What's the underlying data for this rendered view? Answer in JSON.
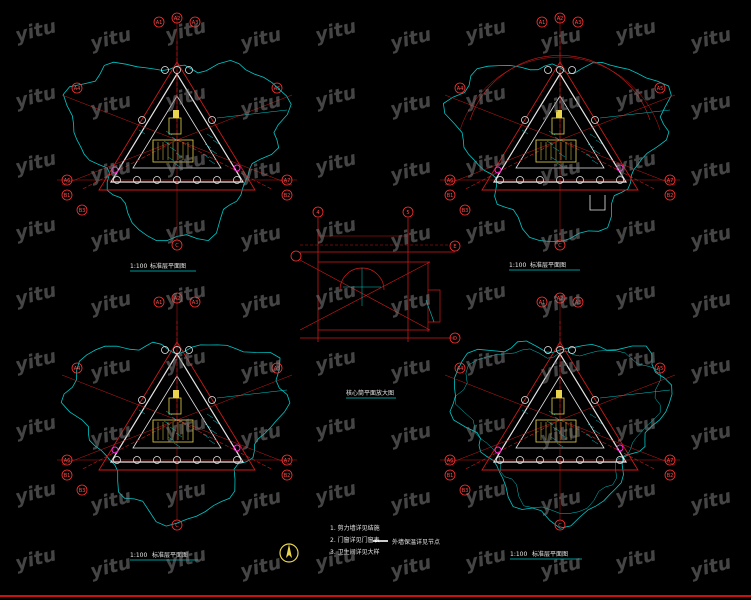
{
  "watermark": "yitu",
  "colors": {
    "background": "#000000",
    "grid": "#cc1a1a",
    "outline": "#00c8c8",
    "wall": "#e6e6e6",
    "stair": "#e8d44d",
    "accent": "#ff2bd6",
    "watermark": "#7f7f7f"
  },
  "plans": [
    {
      "title": "标准层平面图",
      "scale": "1:100"
    },
    {
      "title": "标准层平面图",
      "scale": "1:100"
    },
    {
      "title": "标准层平面图",
      "scale": "1:100"
    },
    {
      "title": "标准层平面图",
      "scale": "1:100"
    }
  ],
  "axis_bubbles": [
    "A1",
    "A2",
    "A3",
    "A4",
    "A5",
    "A6",
    "A7",
    "B1",
    "B2",
    "B3",
    "C"
  ],
  "center_detail": {
    "title": "核心筒平面放大图",
    "axis_top": [
      "4",
      "5"
    ],
    "axis_right": [
      "E",
      "D"
    ]
  },
  "legend": {
    "items": [
      "1. 剪力墙详见结施",
      "2. 门窗详见门窗表",
      "3. 卫生间详见大样"
    ],
    "line_note": "外墙保温详见节点"
  },
  "north_icon": "north-arrow-icon"
}
